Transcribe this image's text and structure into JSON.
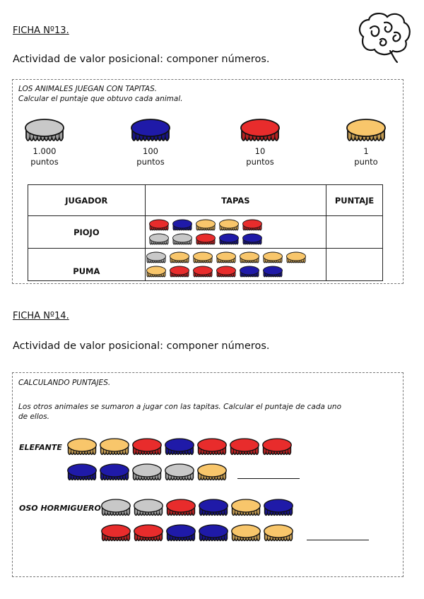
{
  "colors": {
    "gray": "#c8c8c8",
    "blue": "#1f1aa8",
    "red": "#e82c2c",
    "yellow": "#f8c66b"
  },
  "ficha13": {
    "title": "FICHA Nº13.",
    "activity": "Actividad de valor posicional: componer números.",
    "instr1": "LOS ANIMALES JUEGAN CON TAPITAS.",
    "instr2": "Calcular el puntaje que obtuvo cada animal.",
    "legend": [
      {
        "color": "gray",
        "value": "1.000",
        "unit": "puntos"
      },
      {
        "color": "blue",
        "value": "100",
        "unit": "puntos"
      },
      {
        "color": "red",
        "value": "10",
        "unit": "puntos"
      },
      {
        "color": "yellow",
        "value": "1",
        "unit": "punto"
      }
    ],
    "table": {
      "headers": [
        "JUGADOR",
        "TAPAS",
        "PUNTAJE"
      ],
      "rows": [
        {
          "name": "PIOJO",
          "caps": [
            [
              "red",
              "blue",
              "yellow",
              "yellow",
              "red"
            ],
            [
              "gray",
              "gray",
              "red",
              "blue",
              "blue"
            ]
          ]
        },
        {
          "name": "PUMA",
          "caps": [
            [
              "gray",
              "yellow",
              "yellow",
              "yellow",
              "yellow",
              "yellow",
              "yellow"
            ],
            [
              "yellow",
              "red",
              "red",
              "red",
              "blue",
              "blue"
            ]
          ]
        }
      ]
    }
  },
  "ficha14": {
    "title": "FICHA Nº14.",
    "activity": "Actividad de valor posicional: componer números.",
    "instr1": "CALCULANDO PUNTAJES.",
    "instr2": "Los otros animales se sumaron a jugar con las tapitas. Calcular el puntaje de cada uno",
    "instr3": "de ellos.",
    "animals": [
      {
        "name": "ELEFANTE",
        "row1": [
          "yellow",
          "yellow",
          "red",
          "blue",
          "red",
          "red",
          "red"
        ],
        "row2": [
          "blue",
          "blue",
          "gray",
          "gray",
          "yellow"
        ]
      },
      {
        "name": "OSO HORMIGUERO",
        "row1": [
          "gray",
          "gray",
          "red",
          "blue",
          "yellow",
          "blue"
        ],
        "row2": [
          "red",
          "red",
          "blue",
          "blue",
          "yellow",
          "yellow"
        ]
      }
    ]
  }
}
